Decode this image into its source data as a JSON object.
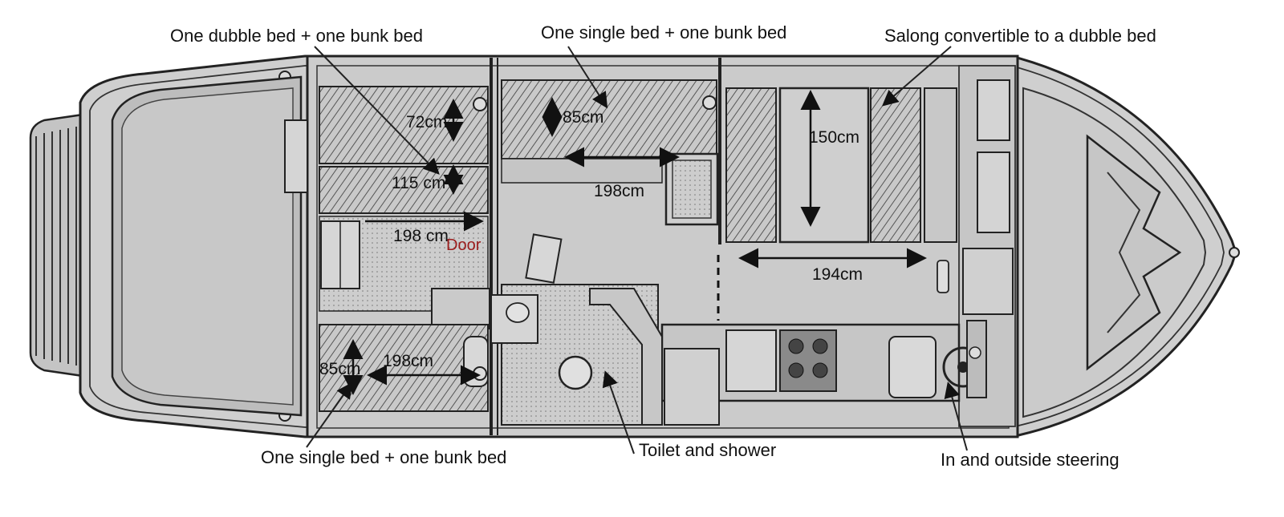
{
  "labels": {
    "double_bed_bunk": "One dubble bed + one bunk bed",
    "single_bed_bunk_top": "One single bed + one bunk bed",
    "salong": "Salong convertible to a dubble bed",
    "single_bed_bunk_bottom": "One single bed + one bunk bed",
    "toilet_shower": "Toilet and shower",
    "steering": "In and outside steering"
  },
  "dimensions": {
    "aft_cabin_width": "72cm",
    "aft_bunk_width": "115 cm",
    "aft_length": "198 cm",
    "mid_cabin_width": "85cm",
    "mid_length": "198cm",
    "salong_width": "150cm",
    "salong_length": "194cm",
    "lower_cabin_width": "85cm",
    "lower_cabin_length": "198cm"
  },
  "door_label": "Door",
  "colors": {
    "hull_fill": "#cfcfcf",
    "deck_fill": "#bdbdbd",
    "outline": "#222222",
    "door_text": "#9b1c1c",
    "background": "#ffffff"
  }
}
